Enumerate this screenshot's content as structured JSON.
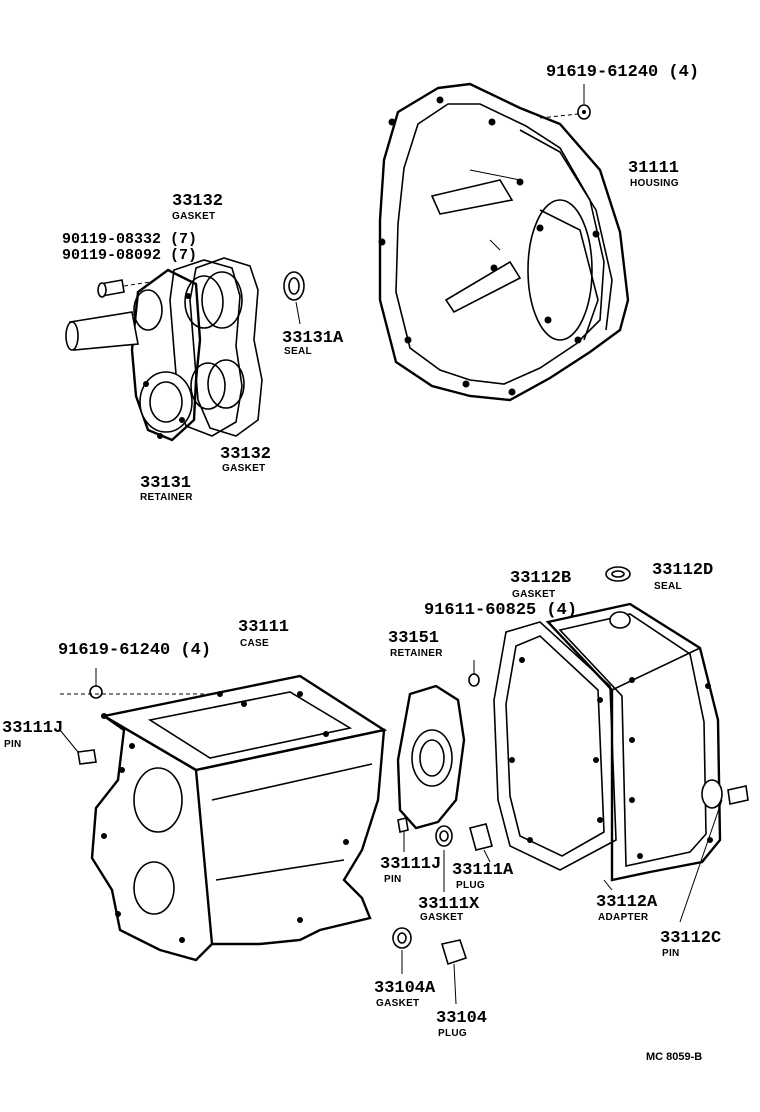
{
  "parts": {
    "p91619_top": {
      "number": "91619-61240 (4)"
    },
    "p31111": {
      "number": "31111",
      "name": "HOUSING"
    },
    "p33132_top": {
      "number": "33132",
      "name": "GASKET"
    },
    "p90119_a": {
      "number": "90119-08332 (7)"
    },
    "p90119_b": {
      "number": "90119-08092 (7)"
    },
    "p33131A": {
      "number": "33131A",
      "name": "SEAL"
    },
    "p33132_bot": {
      "number": "33132",
      "name": "GASKET"
    },
    "p33131": {
      "number": "33131",
      "name": "RETAINER"
    },
    "p33112B": {
      "number": "33112B",
      "name": "GASKET"
    },
    "p33112D": {
      "number": "33112D",
      "name": "SEAL"
    },
    "p91611": {
      "number": "91611-60825 (4)"
    },
    "p33111": {
      "number": "33111",
      "name": "CASE"
    },
    "p33151": {
      "number": "33151",
      "name": "RETAINER"
    },
    "p91619_bot": {
      "number": "91619-61240 (4)"
    },
    "p33111J_left": {
      "number": "33111J",
      "name": "PIN"
    },
    "p33111J_mid": {
      "number": "33111J",
      "name": "PIN"
    },
    "p33111A": {
      "number": "33111A",
      "name": "PLUG"
    },
    "p33111X": {
      "number": "33111X",
      "name": "GASKET"
    },
    "p33112A": {
      "number": "33112A",
      "name": "ADAPTER"
    },
    "p33112C": {
      "number": "33112C",
      "name": "PIN"
    },
    "p33104A": {
      "number": "33104A",
      "name": "GASKET"
    },
    "p33104": {
      "number": "33104",
      "name": "PLUG"
    }
  },
  "reference_code": "MC 8059-B"
}
